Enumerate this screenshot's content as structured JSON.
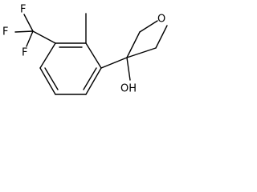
{
  "molecule": {
    "atoms": {
      "f_top": "F",
      "f_left": "F",
      "f_bottom": "F",
      "oxetane_o": "O",
      "hydroxyl": "OH"
    }
  }
}
